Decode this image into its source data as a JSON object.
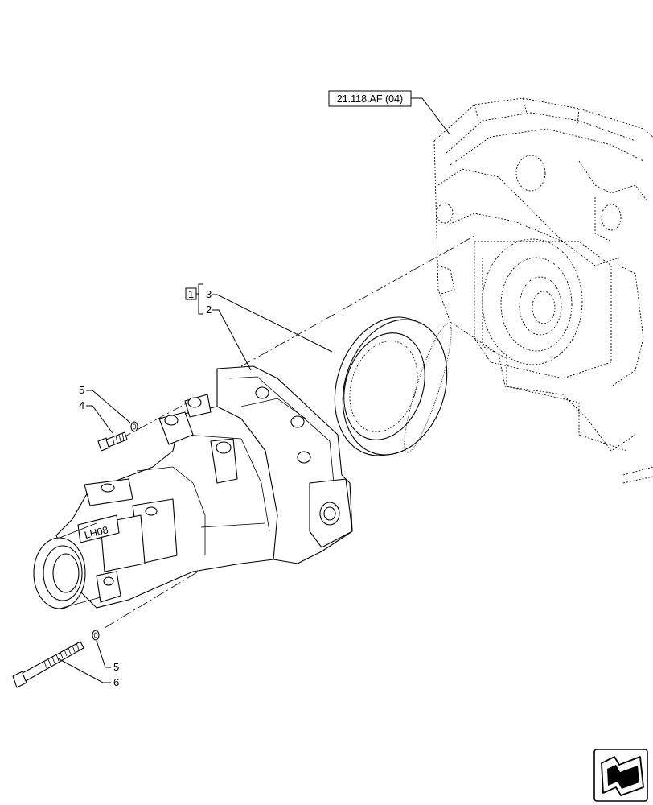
{
  "diagram": {
    "reference_box": "21.118.AF (04)",
    "kit_box": "1",
    "callouts": {
      "c3": "3",
      "c2": "2",
      "c5_top": "5",
      "c4": "4",
      "c5_bottom": "5",
      "c6": "6"
    },
    "housing_marking": "LH08",
    "nav_icon": "page-navigation-arrow-icon"
  }
}
